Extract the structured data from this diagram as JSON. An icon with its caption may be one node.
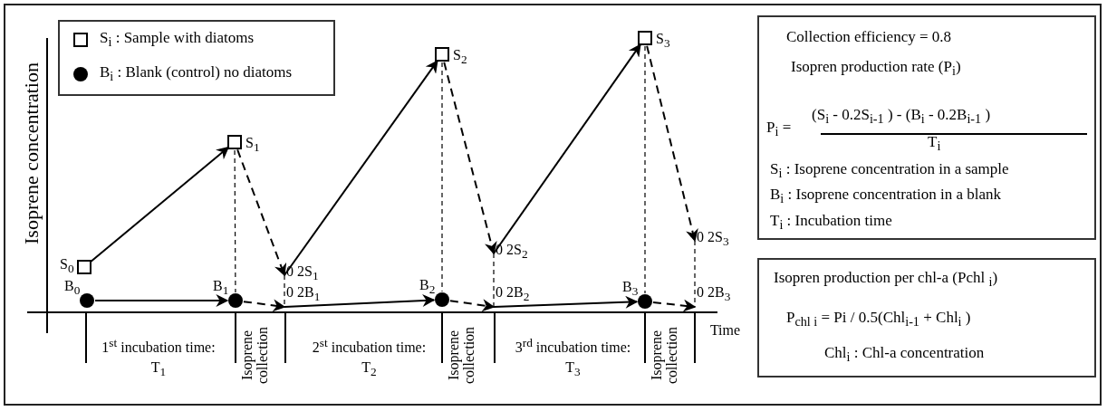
{
  "diagram": {
    "nodes": [
      {
        "text": [
          "S$_{0}$"
        ]
      },
      {
        "text": [
          "B$_{0}$"
        ]
      },
      {
        "text": [
          "S$_{1}$"
        ]
      },
      {
        "text": [
          "B$_{1}$"
        ]
      },
      {
        "text": [
          "0 2S$_{1}$"
        ]
      },
      {
        "text": [
          "0 2B$_{1}$"
        ]
      },
      {
        "text": [
          "S$_{2}$"
        ]
      },
      {
        "text": [
          "B$_{2}$"
        ]
      },
      {
        "text": [
          "0 2S$_{2}$"
        ]
      },
      {
        "text": [
          "0 2B$_{2}$"
        ]
      },
      {
        "text": [
          "S$_{3}$"
        ]
      },
      {
        "text": [
          "B$_{3}$"
        ]
      },
      {
        "text": [
          "0 2S$_{3}$"
        ]
      },
      {
        "text": [
          "0 2B$_{3}$"
        ]
      },
      {
        "text": [
          "Collection efficiency = 0.8",
          "Isopren production rate (P$_{i}$)",
          "P$_{i}$ =",
          "(S$_{i}$ - 0.2S$_{i-1}$ ) - (B$_{i}$ - 0.2B$_{i-1}$ )",
          "T$_{i}$",
          "S$_{i}$ : Isoprene concentration in a sample",
          "B$_{i}$ : Isoprene concentration in a blank",
          "T$_{i}$ : Incubation time"
        ]
      },
      {
        "text": [
          "Isopren production per chl-a (Pchl $_{i}$)",
          "P$_{chl i}$ = Pi / 0.5(Chl$_{i-1}$ + Chl$_{i}$ )",
          "Chl$_{i}$ : Chl-a concentration"
        ]
      }
    ],
    "edges": [
      {
        "from": 0,
        "to": 2,
        "arrow": "to"
      },
      {
        "from": 2,
        "to": 4,
        "arrow": "to",
        "style": "dashed"
      },
      {
        "from": 4,
        "to": 6,
        "arrow": "to"
      },
      {
        "from": 6,
        "to": 8,
        "arrow": "to",
        "style": "dashed"
      },
      {
        "from": 8,
        "to": 10,
        "arrow": "to"
      },
      {
        "from": 10,
        "to": 12,
        "arrow": "to",
        "style": "dashed"
      },
      {
        "from": 1,
        "to": 3,
        "arrow": "to"
      },
      {
        "from": 3,
        "to": 5,
        "arrow": "to",
        "style": "dashed"
      },
      {
        "from": 5,
        "to": 7,
        "arrow": "to"
      },
      {
        "from": 7,
        "to": 9,
        "arrow": "to",
        "style": "dashed"
      },
      {
        "from": 9,
        "to": 11,
        "arrow": "to"
      },
      {
        "from": 11,
        "to": 13,
        "arrow": "to",
        "style": "dashed"
      },
      {
        "from": 2,
        "to": 3,
        "arrow": "none",
        "style": "dashed"
      },
      {
        "from": 4,
        "to": 5,
        "arrow": "none",
        "style": "dashed"
      },
      {
        "from": 6,
        "to": 7,
        "arrow": "none",
        "style": "dashed"
      },
      {
        "from": 8,
        "to": 9,
        "arrow": "none",
        "style": "dashed"
      },
      {
        "from": 10,
        "to": 11,
        "arrow": "none",
        "style": "dashed"
      },
      {
        "from": 12,
        "to": 13,
        "arrow": "none",
        "style": "dashed"
      }
    ],
    "labels": [
      "Isoprene concentration",
      "1$^{st}$ incubation time: T$_{1}$",
      "Isoprene collection",
      "2$^{st}$ incubation time: T$_{2}$",
      "Isoprene collection",
      "3$^{rd}$ incubation time: T$_{3}$",
      "Isoprene collection",
      "Time"
    ],
    "legend": [
      {
        "text": "S$_{i}$ : Sample with diatoms"
      },
      {
        "text": "B$_{i}$ : Blank (control) no diatoms"
      }
    ]
  }
}
